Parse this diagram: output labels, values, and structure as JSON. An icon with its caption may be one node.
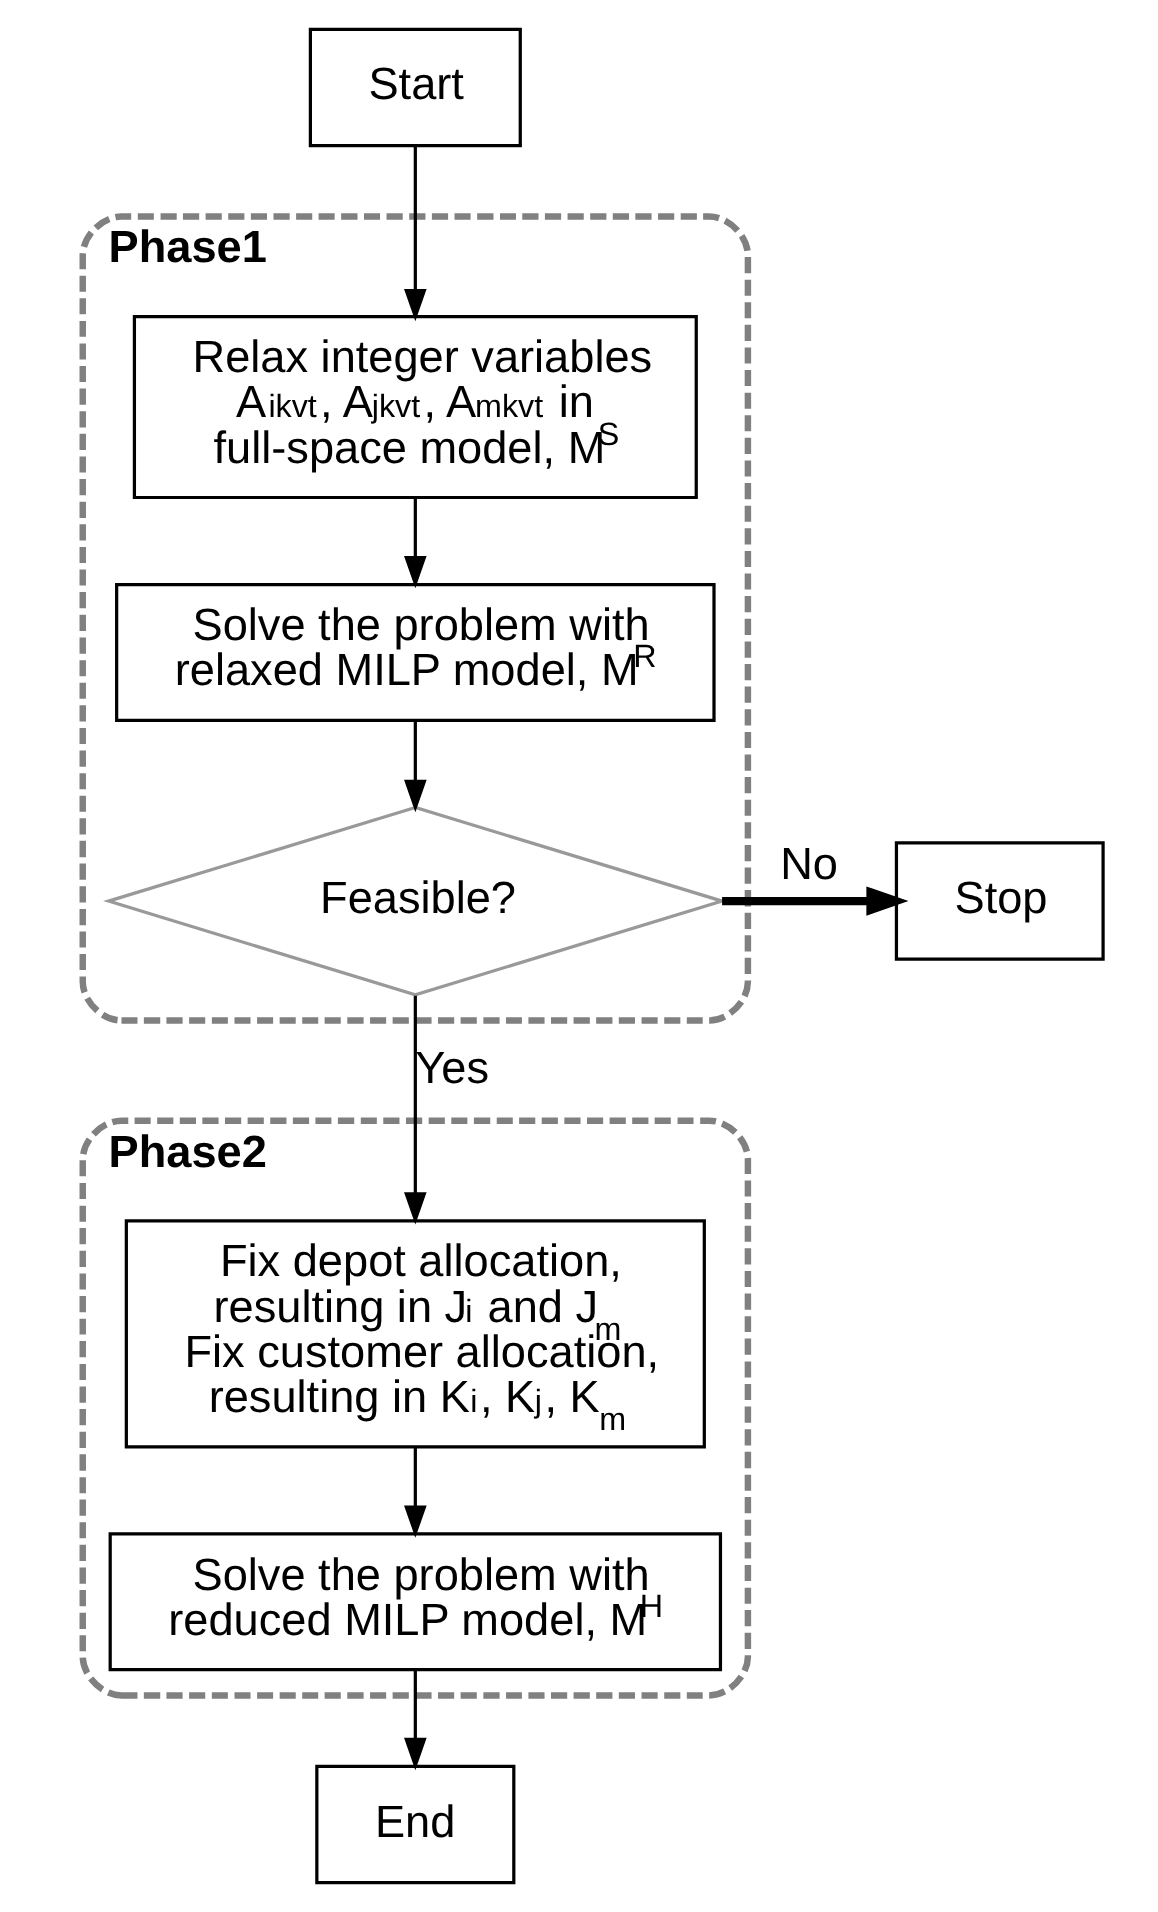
{
  "diagram": {
    "nodes": [
      {
        "text": [
          "Start"
        ]
      },
      {
        "text": [
          "Phase1"
        ]
      },
      {
        "text": [
          "Relax integer variables A$_{ikvt}$, A$_{jkvt}$, A$_{mkvt}$ in full-space model, M$^{S}$"
        ],
        "in": 1
      },
      {
        "text": [
          "Solve the problem with relaxed MILP model, M$^{R}$"
        ],
        "in": 1
      },
      {
        "text": [
          "Feasible?"
        ],
        "in": 1
      },
      {
        "text": [
          "Stop"
        ]
      },
      {
        "text": [
          "Phase2"
        ]
      },
      {
        "text": [
          "Fix depot allocation, resulting in J$_{i}$ and J$_{m}$",
          "Fix customer allocation, resulting in K$_{i}$, K$_{j}$, K$_{m}$"
        ],
        "in": 6
      },
      {
        "text": [
          "Solve the problem with reduced MILP model, M$^{H}$"
        ],
        "in": 6
      },
      {
        "text": [
          "End"
        ]
      }
    ],
    "edges": [
      {
        "from": 0,
        "to": 2,
        "arrow": "to"
      },
      {
        "from": 2,
        "to": 3,
        "arrow": "to"
      },
      {
        "from": 3,
        "to": 4,
        "arrow": "to"
      },
      {
        "from": 4,
        "to": 5,
        "arrow": "to",
        "label": "No",
        "style": "thick"
      },
      {
        "from": 4,
        "to": 7,
        "arrow": "to",
        "label": "Yes"
      },
      {
        "from": 7,
        "to": 8,
        "arrow": "to"
      },
      {
        "from": 8,
        "to": 9,
        "arrow": "to"
      }
    ]
  }
}
